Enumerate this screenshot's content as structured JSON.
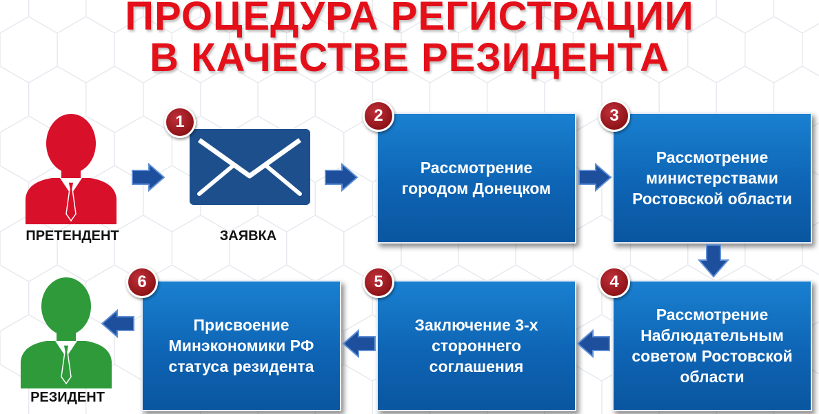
{
  "title": {
    "line1": "ПРОЦЕДУРА РЕГИСТРАЦИИ",
    "line2": "В КАЧЕСТВЕ РЕЗИДЕНТА"
  },
  "actors": {
    "applicant": {
      "label": "ПРЕТЕНДЕНТ",
      "color": "#d8102a",
      "icon": "person-icon"
    },
    "resident": {
      "label": "РЕЗИДЕНТ",
      "color": "#2e9a3a",
      "icon": "person-icon"
    }
  },
  "application": {
    "label": "ЗАЯВКА",
    "icon": "envelope-icon",
    "color": "#1d4f8c"
  },
  "steps": [
    {
      "number": "1"
    },
    {
      "number": "2",
      "text": "Рассмотрение городом Донецком"
    },
    {
      "number": "3",
      "text": "Рассмотрение министерствами Ростовской области"
    },
    {
      "number": "4",
      "text": "Рассмотрение Наблюдательным советом Ростовской области"
    },
    {
      "number": "5",
      "text": "Заключение 3-х стороннего соглашения"
    },
    {
      "number": "6",
      "text": "Присвоение Минэкономики РФ статуса резидента"
    }
  ],
  "colors": {
    "title": "#e3101a",
    "box": "#0e64b4",
    "badge": "#8e1418",
    "arrow": "#1d4f9c"
  }
}
